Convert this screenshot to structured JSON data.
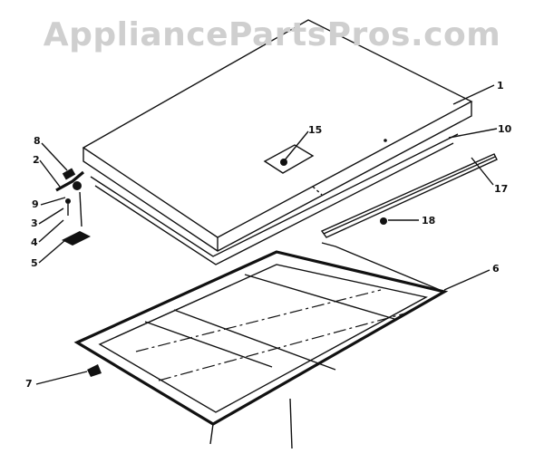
{
  "watermark": {
    "text": "AppliancePartsPros.com"
  },
  "parts": [
    {
      "id": "1",
      "label": "1"
    },
    {
      "id": "10",
      "label": "10"
    },
    {
      "id": "15",
      "label": "15"
    },
    {
      "id": "8",
      "label": "8"
    },
    {
      "id": "2",
      "label": "2"
    },
    {
      "id": "9",
      "label": "9"
    },
    {
      "id": "3",
      "label": "3"
    },
    {
      "id": "4",
      "label": "4"
    },
    {
      "id": "5",
      "label": "5"
    },
    {
      "id": "17",
      "label": "17"
    },
    {
      "id": "18",
      "label": "18"
    },
    {
      "id": "6",
      "label": "6"
    },
    {
      "id": "7",
      "label": "7"
    }
  ]
}
